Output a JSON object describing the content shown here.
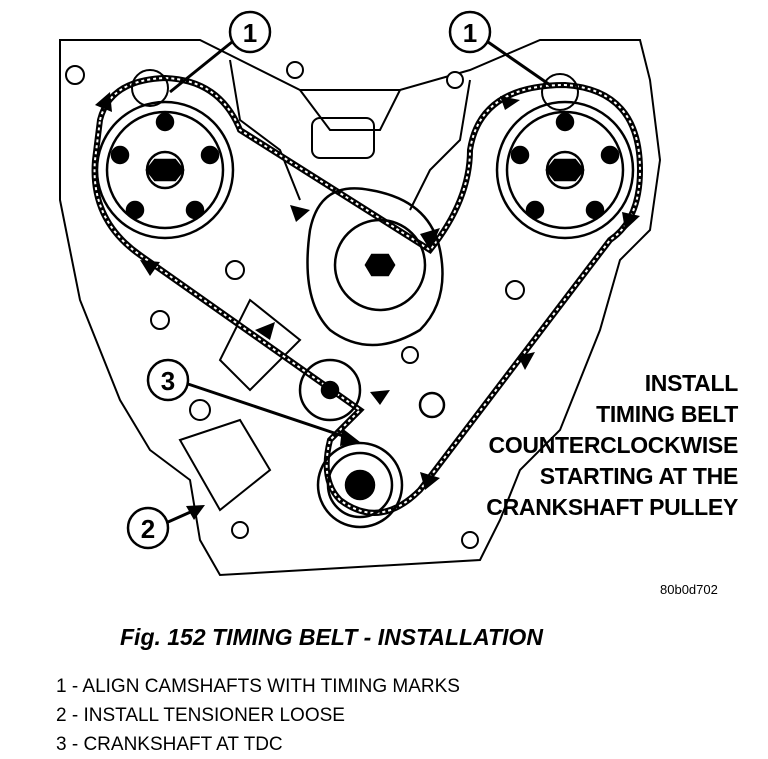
{
  "diagram": {
    "callouts": [
      "1",
      "1",
      "3",
      "2"
    ],
    "note_lines": [
      "INSTALL",
      "TIMING BELT",
      "COUNTERCLOCKWISE",
      "STARTING AT THE",
      "CRANKSHAFT PULLEY"
    ],
    "figure_id": "80b0d702"
  },
  "caption": "Fig. 152 TIMING BELT - INSTALLATION",
  "legend": [
    "1 - ALIGN CAMSHAFTS WITH TIMING MARKS",
    "2 - INSTALL TENSIONER LOOSE",
    "3 - CRANKSHAFT AT TDC"
  ]
}
